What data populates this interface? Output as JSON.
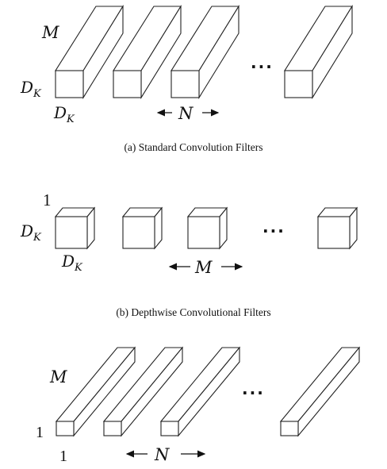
{
  "panel_a": {
    "caption": "(a)  Standard Convolution Filters",
    "depth_label": "M",
    "height_label_base": "D",
    "height_label_sub": "K",
    "width_label_base": "D",
    "width_label_sub": "K",
    "count_label": "N",
    "ellipsis": "..."
  },
  "panel_b": {
    "caption": "(b)  Depthwise Convolutional Filters",
    "depth_label": "1",
    "height_label_base": "D",
    "height_label_sub": "K",
    "width_label_base": "D",
    "width_label_sub": "K",
    "count_label": "M",
    "ellipsis": "..."
  },
  "panel_c": {
    "depth_label": "M",
    "height_label": "1",
    "width_label": "1",
    "count_label": "N",
    "ellipsis": "..."
  },
  "colors": {
    "stroke": "#222222",
    "background": "#ffffff"
  }
}
